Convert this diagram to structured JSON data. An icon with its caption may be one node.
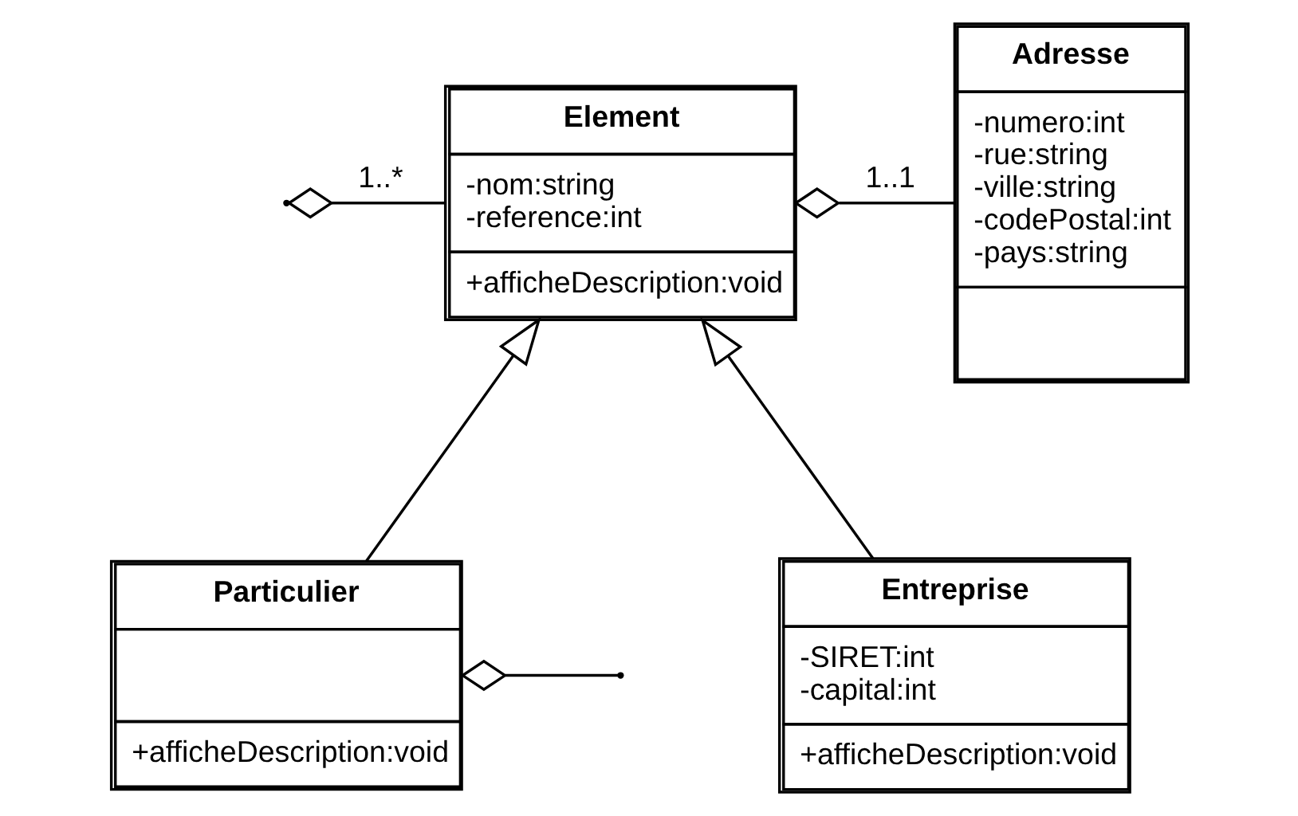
{
  "diagram": {
    "nodes": [
      {
        "text": [
          "Element",
          "-nom:string -reference:int",
          "+afficheDescription:void"
        ]
      },
      {
        "text": [
          "Adresse",
          "-numero:int -rue:string -ville:string -codePostal:int -pays:string"
        ]
      },
      {
        "text": [
          "Particulier",
          "+afficheDescription:void"
        ]
      },
      {
        "text": [
          "Entreprise",
          "-SIRET:int -capital:int",
          "+afficheDescription:void"
        ]
      }
    ],
    "edges": [
      {
        "from": null,
        "to": 0,
        "arrow": "other",
        "label": "1..*"
      },
      {
        "from": 0,
        "to": 1,
        "arrow": "other",
        "label": "1..1"
      },
      {
        "from": 2,
        "to": 0,
        "arrow": "to"
      },
      {
        "from": 3,
        "to": 0,
        "arrow": "to"
      },
      {
        "from": 2,
        "to": null,
        "arrow": "other"
      }
    ]
  }
}
